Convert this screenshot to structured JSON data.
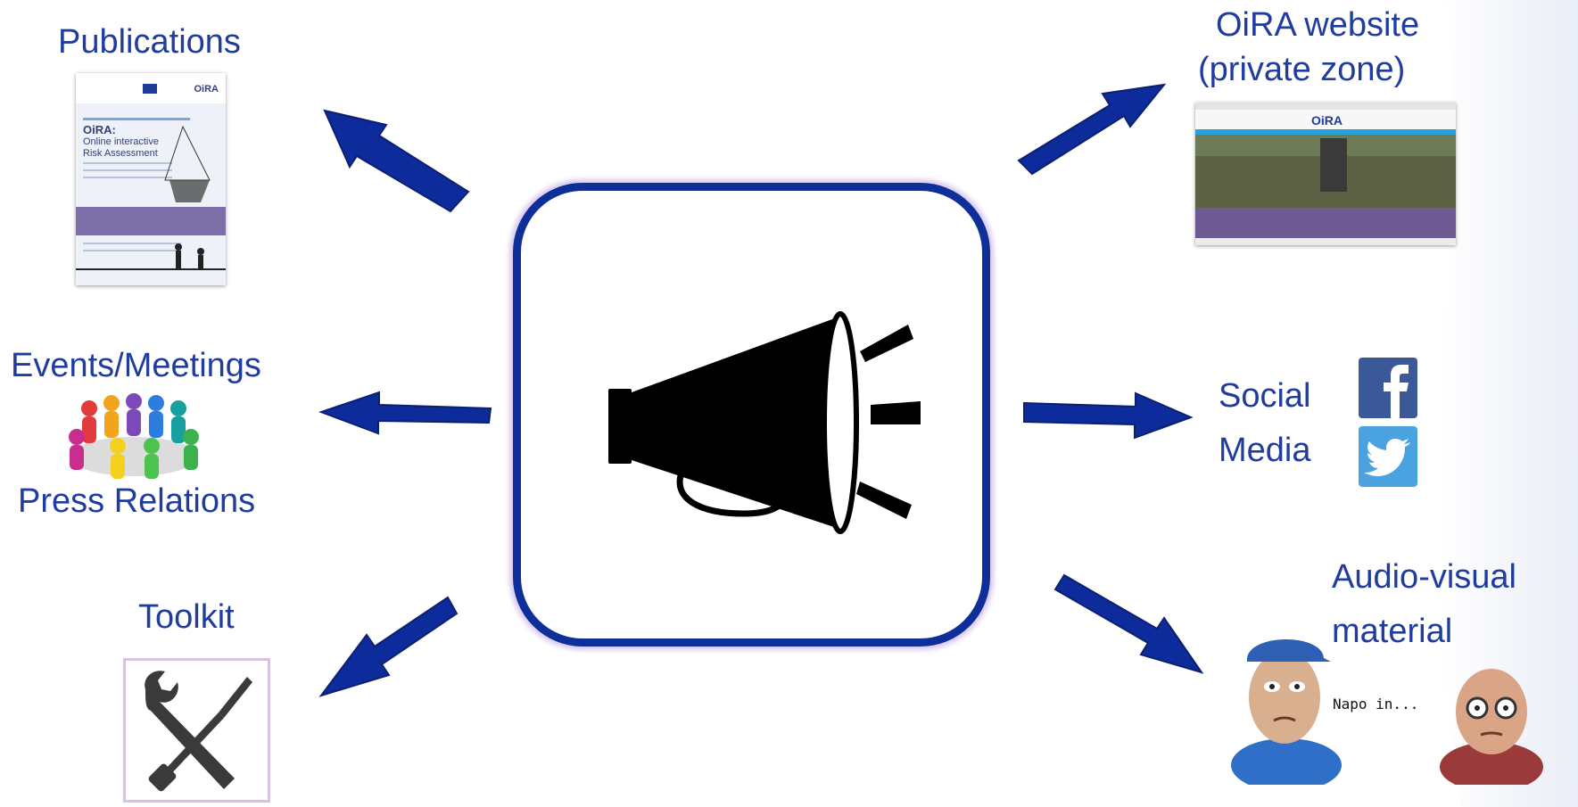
{
  "center": {
    "icon": "megaphone-icon"
  },
  "labels": {
    "publications": "Publications",
    "oira_website_line1": "OiRA website",
    "oira_website_line2": "(private zone)",
    "events": "Events/Meetings",
    "press": "Press Relations",
    "social_line1": "Social",
    "social_line2": "Media",
    "toolkit": "Toolkit",
    "audio_line1": "Audio-visual",
    "audio_line2": "material"
  },
  "publication_thumb": {
    "brand": "OiRA",
    "title_line1": "OiRA:",
    "title_line2": "Online interactive",
    "title_line3": "Risk Assessment"
  },
  "website_thumb": {
    "brand": "OiRA"
  },
  "audio_thumb": {
    "caption": "Napo in..."
  },
  "icons": {
    "facebook": "facebook-icon",
    "twitter": "twitter-icon",
    "toolkit": "wrench-screwdriver-icon",
    "events": "people-circle-icon"
  },
  "colors": {
    "label_text": "#1f3c9e",
    "arrow": "#0d2b9a",
    "box_border": "#0e2f9a",
    "facebook": "#3b5998",
    "twitter": "#4aa3df"
  }
}
